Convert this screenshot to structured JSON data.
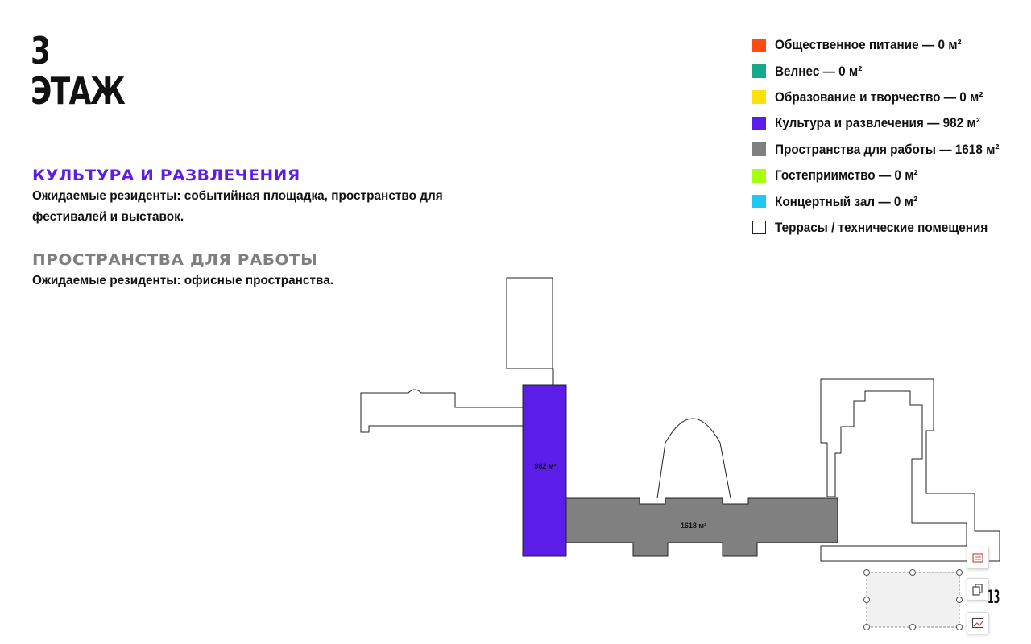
{
  "floor": {
    "number": "3",
    "label": "ЭТАЖ"
  },
  "sections": [
    {
      "heading": "КУЛЬТУРА И РАЗВЛЕЧЕНИЯ",
      "heading_color": "#5b1ee8",
      "text_line1": "Ожидаемые резиденты: событийная площадка, пространство для",
      "text_line2": "фестивалей и выставок."
    },
    {
      "heading": "ПРОСТРАНСТВА ДЛЯ РАБОТЫ",
      "heading_color": "#7f7f7f",
      "text_line1": "Ожидаемые резиденты: офисные пространства."
    }
  ],
  "legend": [
    {
      "label": "Общественное питание — 0 м²",
      "color": "#ff4b10"
    },
    {
      "label": "Велнес — 0 м²",
      "color": "#17a88a"
    },
    {
      "label": "Образование и творчество — 0 м²",
      "color": "#ffe10a"
    },
    {
      "label": "Культура и развлечения — 982 м²",
      "color": "#5b1ee8"
    },
    {
      "label": "Пространства для работы — 1618 м²",
      "color": "#808080"
    },
    {
      "label": "Гостеприимство — 0 м²",
      "color": "#a6ff10"
    },
    {
      "label": "Концертный зал — 0 м²",
      "color": "#1ec8f0"
    },
    {
      "label": "Террасы / технические помещения",
      "color": "#ffffff"
    }
  ],
  "plan": {
    "culture_area_label": "982 м²",
    "work_area_label": "1618 м²",
    "culture_color": "#5b1ee8",
    "work_color": "#808080"
  },
  "toolbar": {
    "layout_icon": "layout-icon",
    "copy_icon": "copy-icon",
    "picture_icon": "edit-picture-icon"
  },
  "edge_glyph": "13"
}
